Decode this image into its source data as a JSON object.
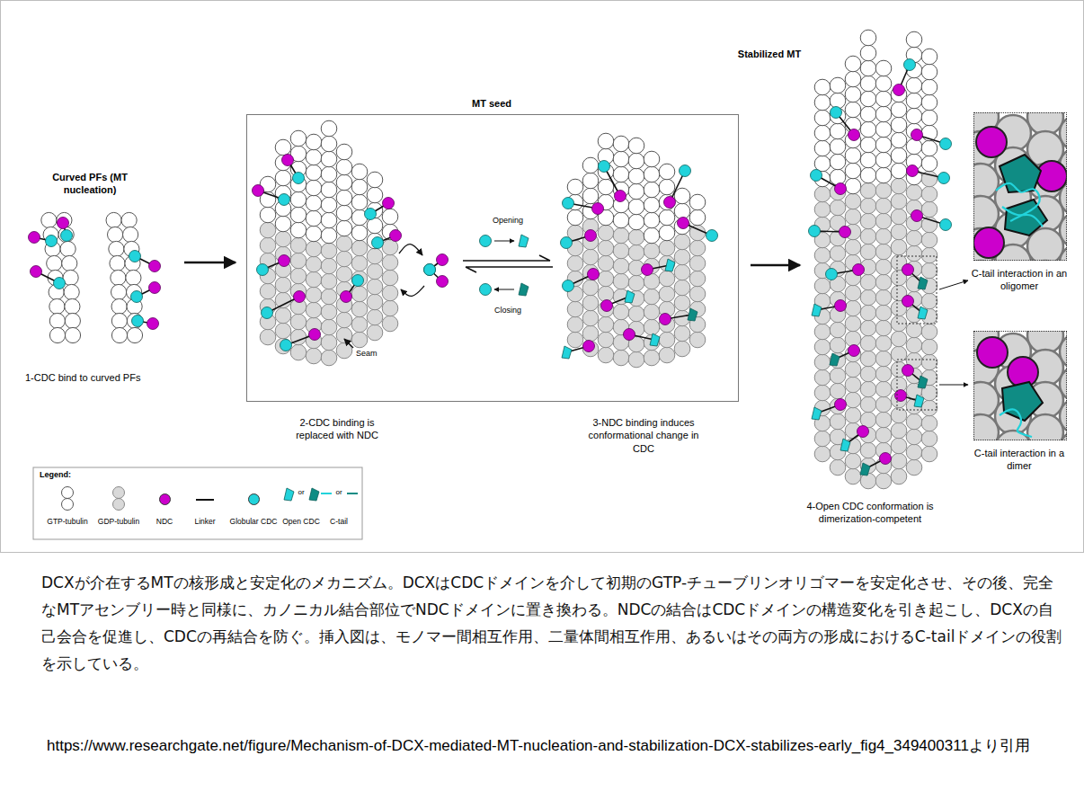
{
  "diagram": {
    "caption": "DCXが介在するMTの核形成と安定化のメカニズム。DCXはCDCドメインを介して初期のGTP-チューブリンオリゴマーを安定化させ、その後、完全なMTアセンブリー時と同様に、カノニカル結合部位でNDCドメインに置き換わる。NDCの結合はCDCドメインの構造変化を引き起こし、DCXの自己会合を促進し、CDCの再結合を防ぐ。挿入図は、モノマー間相互作用、二量体間相互作用、あるいはその両方の形成におけるC-tailドメインの役割を示している。",
    "nodes": [
      {
        "text": [
          "MT seed"
        ]
      },
      {
        "text": [
          "C-tail interaction in an oligomer"
        ]
      },
      {
        "text": [
          "C-tail interaction in a dimer"
        ]
      }
    ],
    "labels": [
      "Curved PFs (MT nucleation)",
      "1-CDC bind to curved PFs",
      "Seam",
      "Opening",
      "Closing",
      "2-CDC binding is replaced with NDC",
      "3-NDC binding induces conformational change in CDC",
      "Legend:",
      "or",
      "or",
      "Stabilized MT",
      "4-Open CDC conformation is dimerization-competent",
      "https://www.researchgate.net/figure/Mechanism-of-DCX-mediated-MT-nucleation-and-stabilization-DCX-stabilizes-early_fig4_349400311より引用"
    ],
    "legend": [
      {
        "text": "GTP-tubulin"
      },
      {
        "text": "GDP-tubulin"
      },
      {
        "text": "NDC",
        "color": "#cc00cc"
      },
      {
        "text": "Linker"
      },
      {
        "text": "Globular CDC",
        "color": "#22d3db"
      },
      {
        "text": "Open CDC"
      },
      {
        "text": "C-tail"
      }
    ]
  }
}
